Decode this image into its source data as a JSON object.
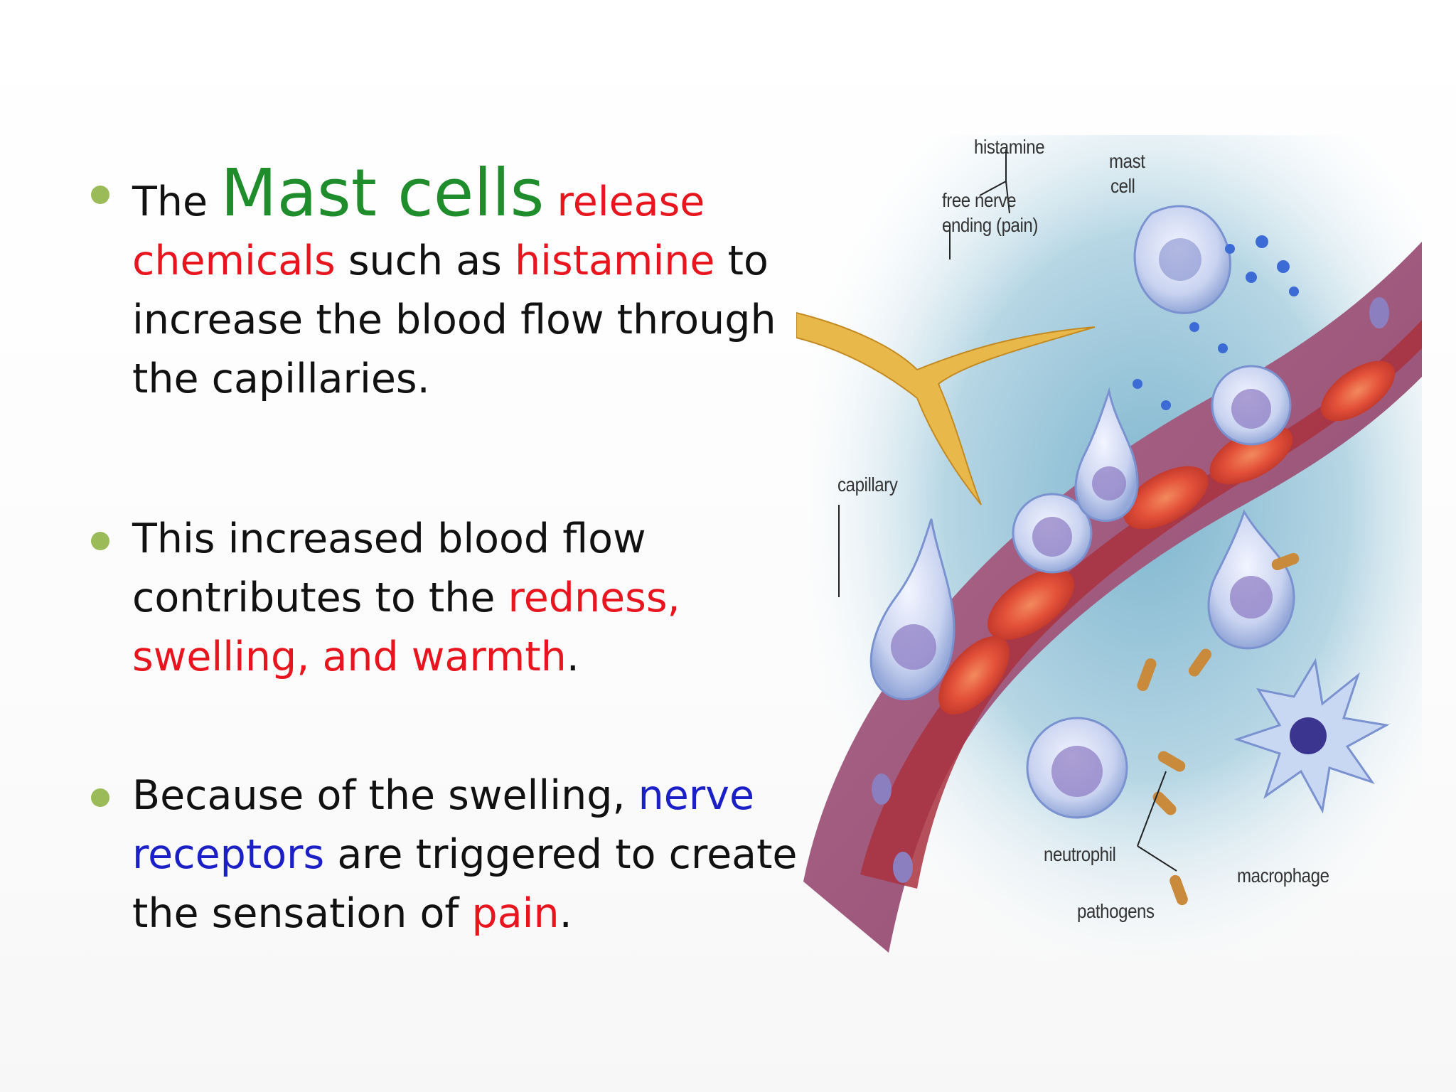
{
  "slide": {
    "bullet_color": "#9bbb59",
    "bullets": [
      {
        "t1": "The ",
        "t2": "Mast cells",
        "t3": " release",
        "t4": "chemicals",
        "t5": " such as ",
        "t6": "histamine",
        "t7": " to",
        "t8": "increase the blood flow through",
        "t9": "the capillaries."
      },
      {
        "t1": "This increased blood flow",
        "t2": "contributes to the ",
        "t3": "redness,",
        "t4": "swelling, and warmth",
        "t5": "."
      },
      {
        "t1": "Because of the swelling, ",
        "t2": "nerve",
        "t3": "receptors",
        "t4": " are triggered to create",
        "t5": "the sensation of ",
        "t6": "pain",
        "t7": "."
      }
    ]
  },
  "figure": {
    "labels": {
      "histamine": "histamine",
      "mast_cell_1": "mast",
      "mast_cell_2": "cell",
      "nerve_1": "free nerve",
      "nerve_2": "ending (pain)",
      "capillary": "capillary",
      "neutrophil": "neutrophil",
      "pathogens": "pathogens",
      "macrophage": "macrophage"
    }
  }
}
